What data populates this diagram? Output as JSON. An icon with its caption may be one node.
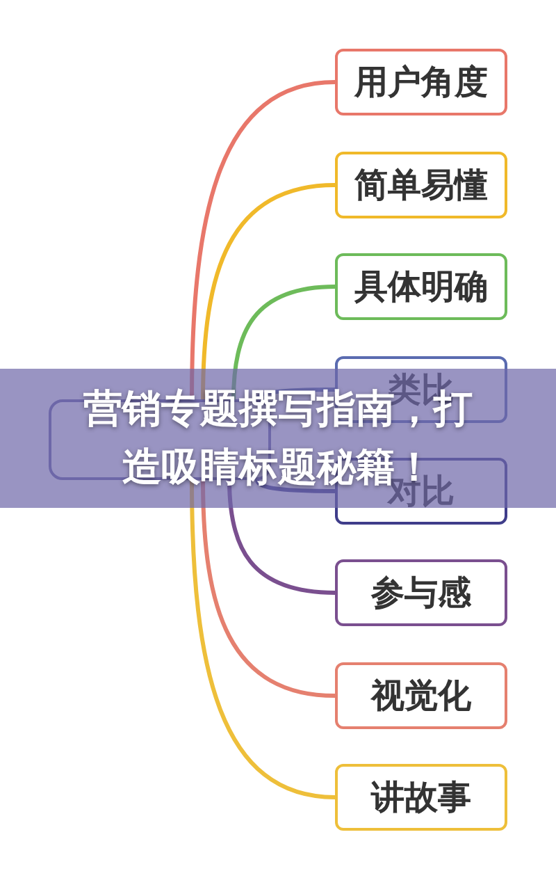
{
  "diagram": {
    "title": "营销专题撰写指南，打造吸睛标题秘籍！",
    "nodes": [
      {
        "text": [],
        "shape": "box"
      },
      {
        "text": [
          "用户角度"
        ]
      },
      {
        "text": [
          "简单易懂"
        ]
      },
      {
        "text": [
          "具体明确"
        ]
      },
      {
        "text": [
          "类比"
        ]
      },
      {
        "text": [
          "对比"
        ]
      },
      {
        "text": [
          "参与感"
        ]
      },
      {
        "text": [
          "视觉化"
        ]
      },
      {
        "text": [
          "讲故事"
        ]
      }
    ],
    "edges": [
      {
        "from": 0,
        "to": 1,
        "arrow": "none",
        "color": "#e8776a"
      },
      {
        "from": 0,
        "to": 2,
        "arrow": "none",
        "color": "#f0b92a"
      },
      {
        "from": 0,
        "to": 3,
        "arrow": "none",
        "color": "#6dbb5a"
      },
      {
        "from": 0,
        "to": 4,
        "arrow": "none",
        "color": "#5a6bb0"
      },
      {
        "from": 0,
        "to": 5,
        "arrow": "none",
        "color": "#3f3d8a"
      },
      {
        "from": 0,
        "to": 6,
        "arrow": "none",
        "color": "#7a4f8f"
      },
      {
        "from": 0,
        "to": 7,
        "arrow": "none",
        "color": "#e5806f"
      },
      {
        "from": 0,
        "to": 8,
        "arrow": "none",
        "color": "#eebf3a"
      }
    ]
  }
}
